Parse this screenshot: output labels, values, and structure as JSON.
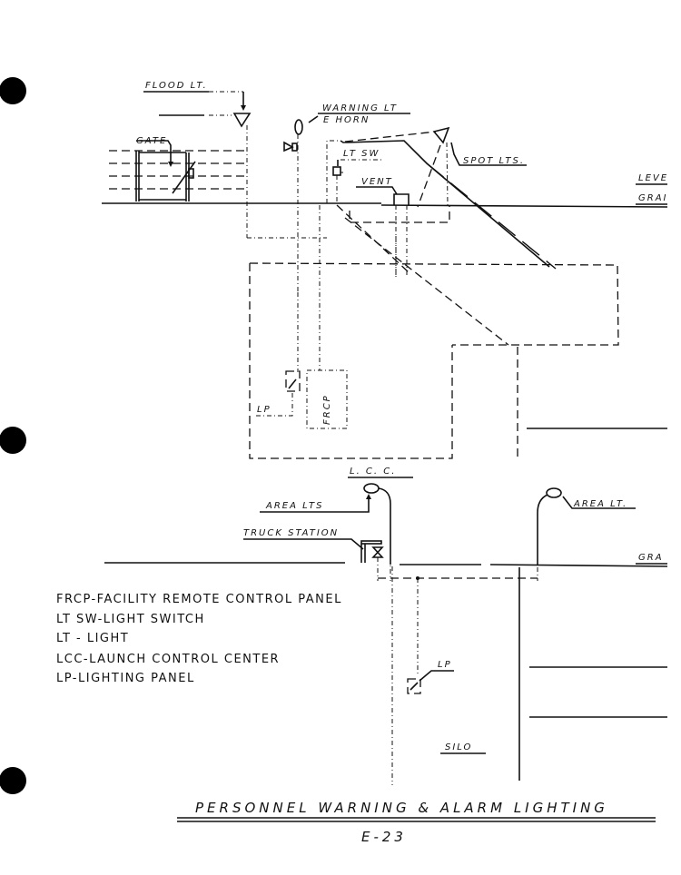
{
  "labels": {
    "flood_lt": "FLOOD LT.",
    "warning_lt": "WARNING LT",
    "horn": "E HORN",
    "gate": "GATE",
    "lt_sw": "LT SW",
    "spot_lts": "SPOT LTS.",
    "vent": "VENT",
    "level": "LEVE",
    "grade_top": "GRAI",
    "lp_upper": "LP",
    "frcp": "FRCP",
    "lcc": "L. C. C.",
    "area_lts": "AREA LTS",
    "area_lt": "AREA LT.",
    "truck_station": "TRUCK STATION",
    "grade_bottom": "GRA",
    "lp_lower": "LP",
    "silo": "SILO"
  },
  "legend": [
    "FRCP-FACILITY REMOTE CONTROL PANEL",
    "LT SW-LIGHT SWITCH",
    "LT - LIGHT",
    "LCC-LAUNCH CONTROL CENTER",
    "LP-LIGHTING PANEL"
  ],
  "title": "PERSONNEL WARNING & ALARM LIGHTING",
  "page_number": "E-23"
}
